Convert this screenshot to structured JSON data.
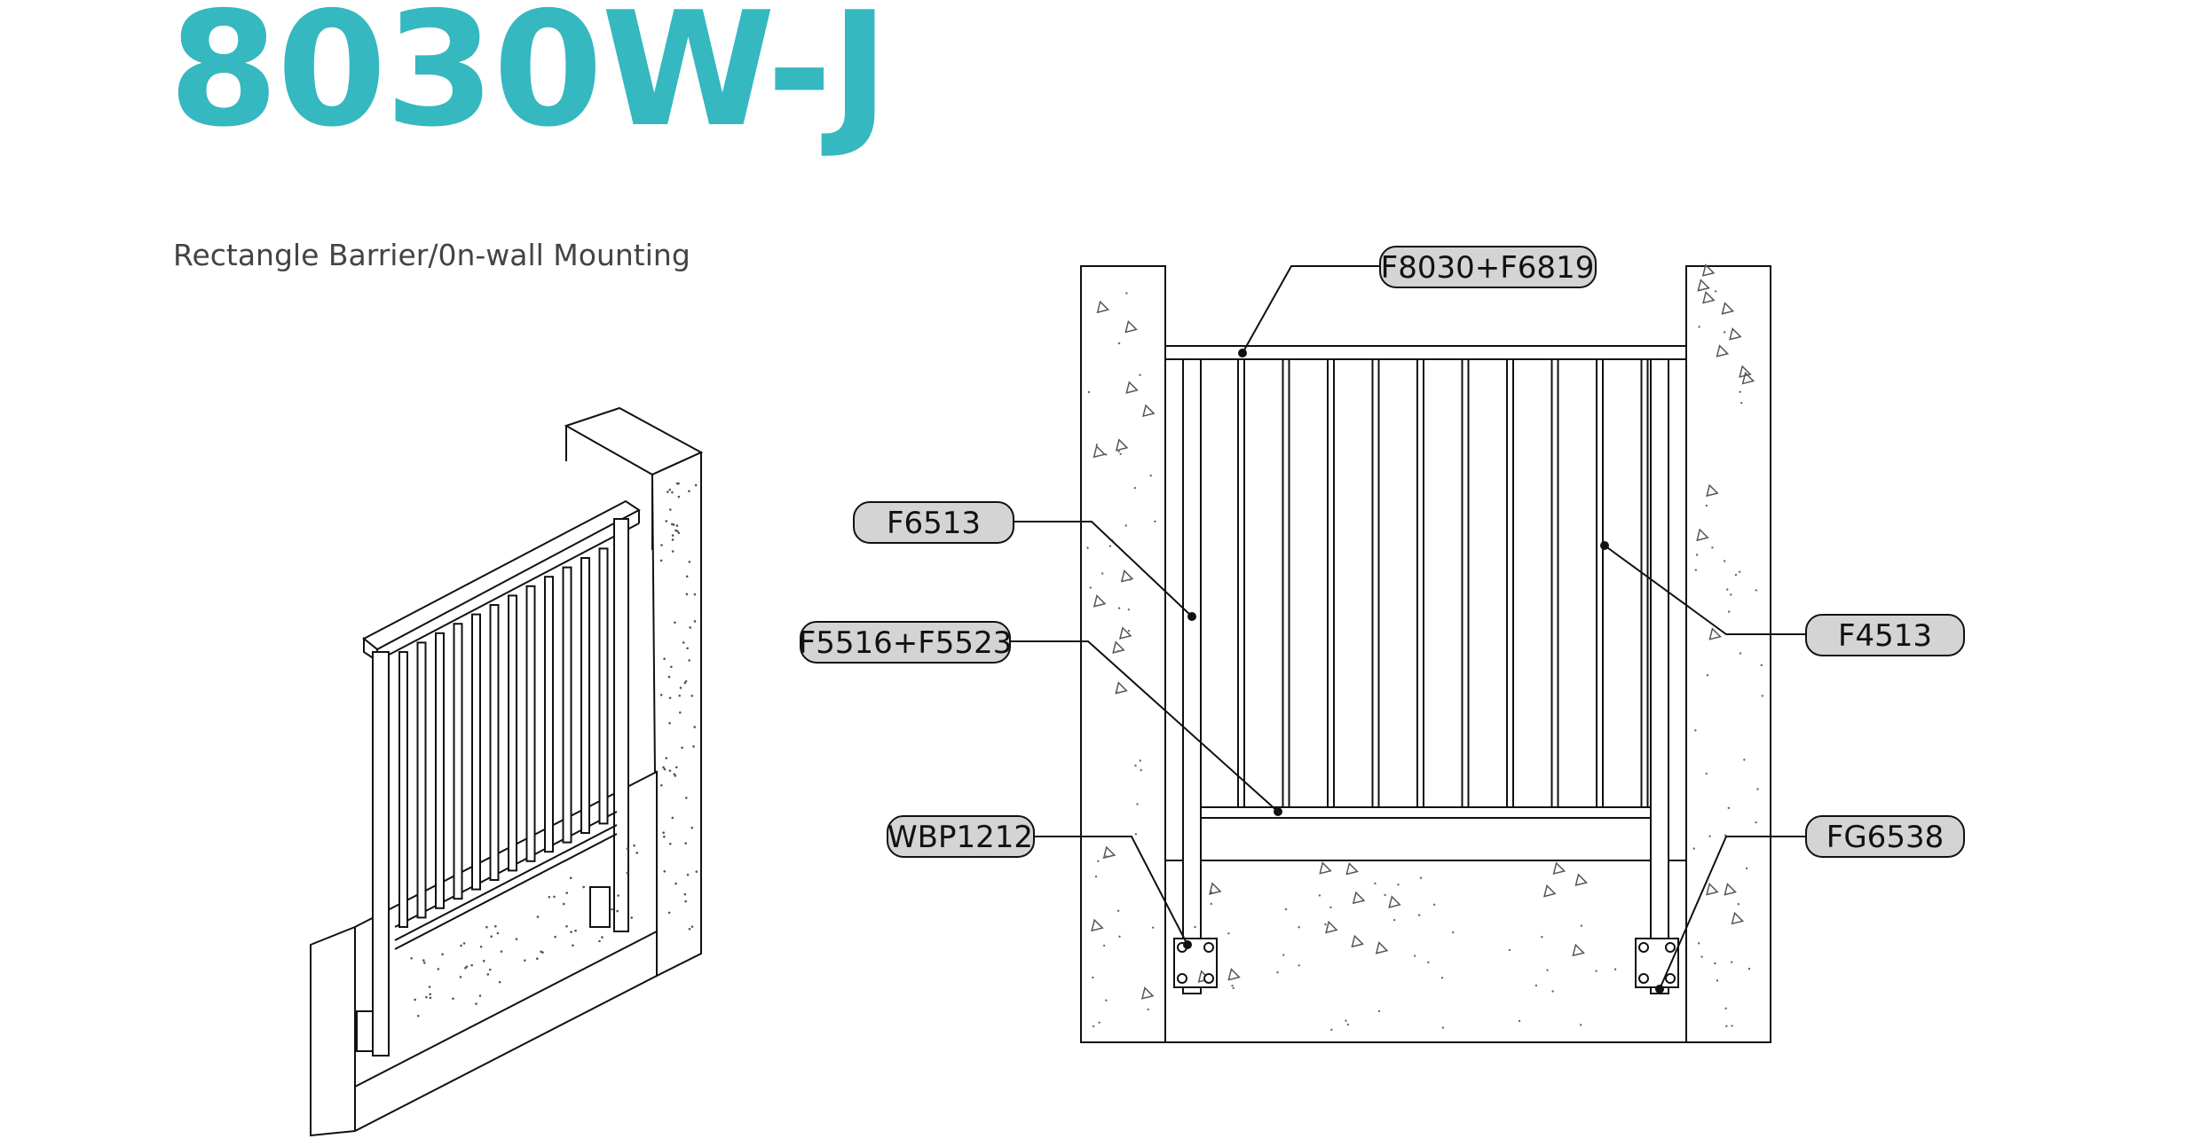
{
  "model": "8030W-J",
  "subtitle": "Rectangle Barrier/0n-wall Mounting",
  "accent_color": "#35b8bf",
  "callout_fill": "#d4d4d4",
  "labels": {
    "top_rail": "F8030+F6819",
    "post": "F6513",
    "bottom_rail": "F5516+F5523",
    "wall_bracket": "WBP1212",
    "baluster": "F4513",
    "glass_bracket": "FG6538"
  }
}
